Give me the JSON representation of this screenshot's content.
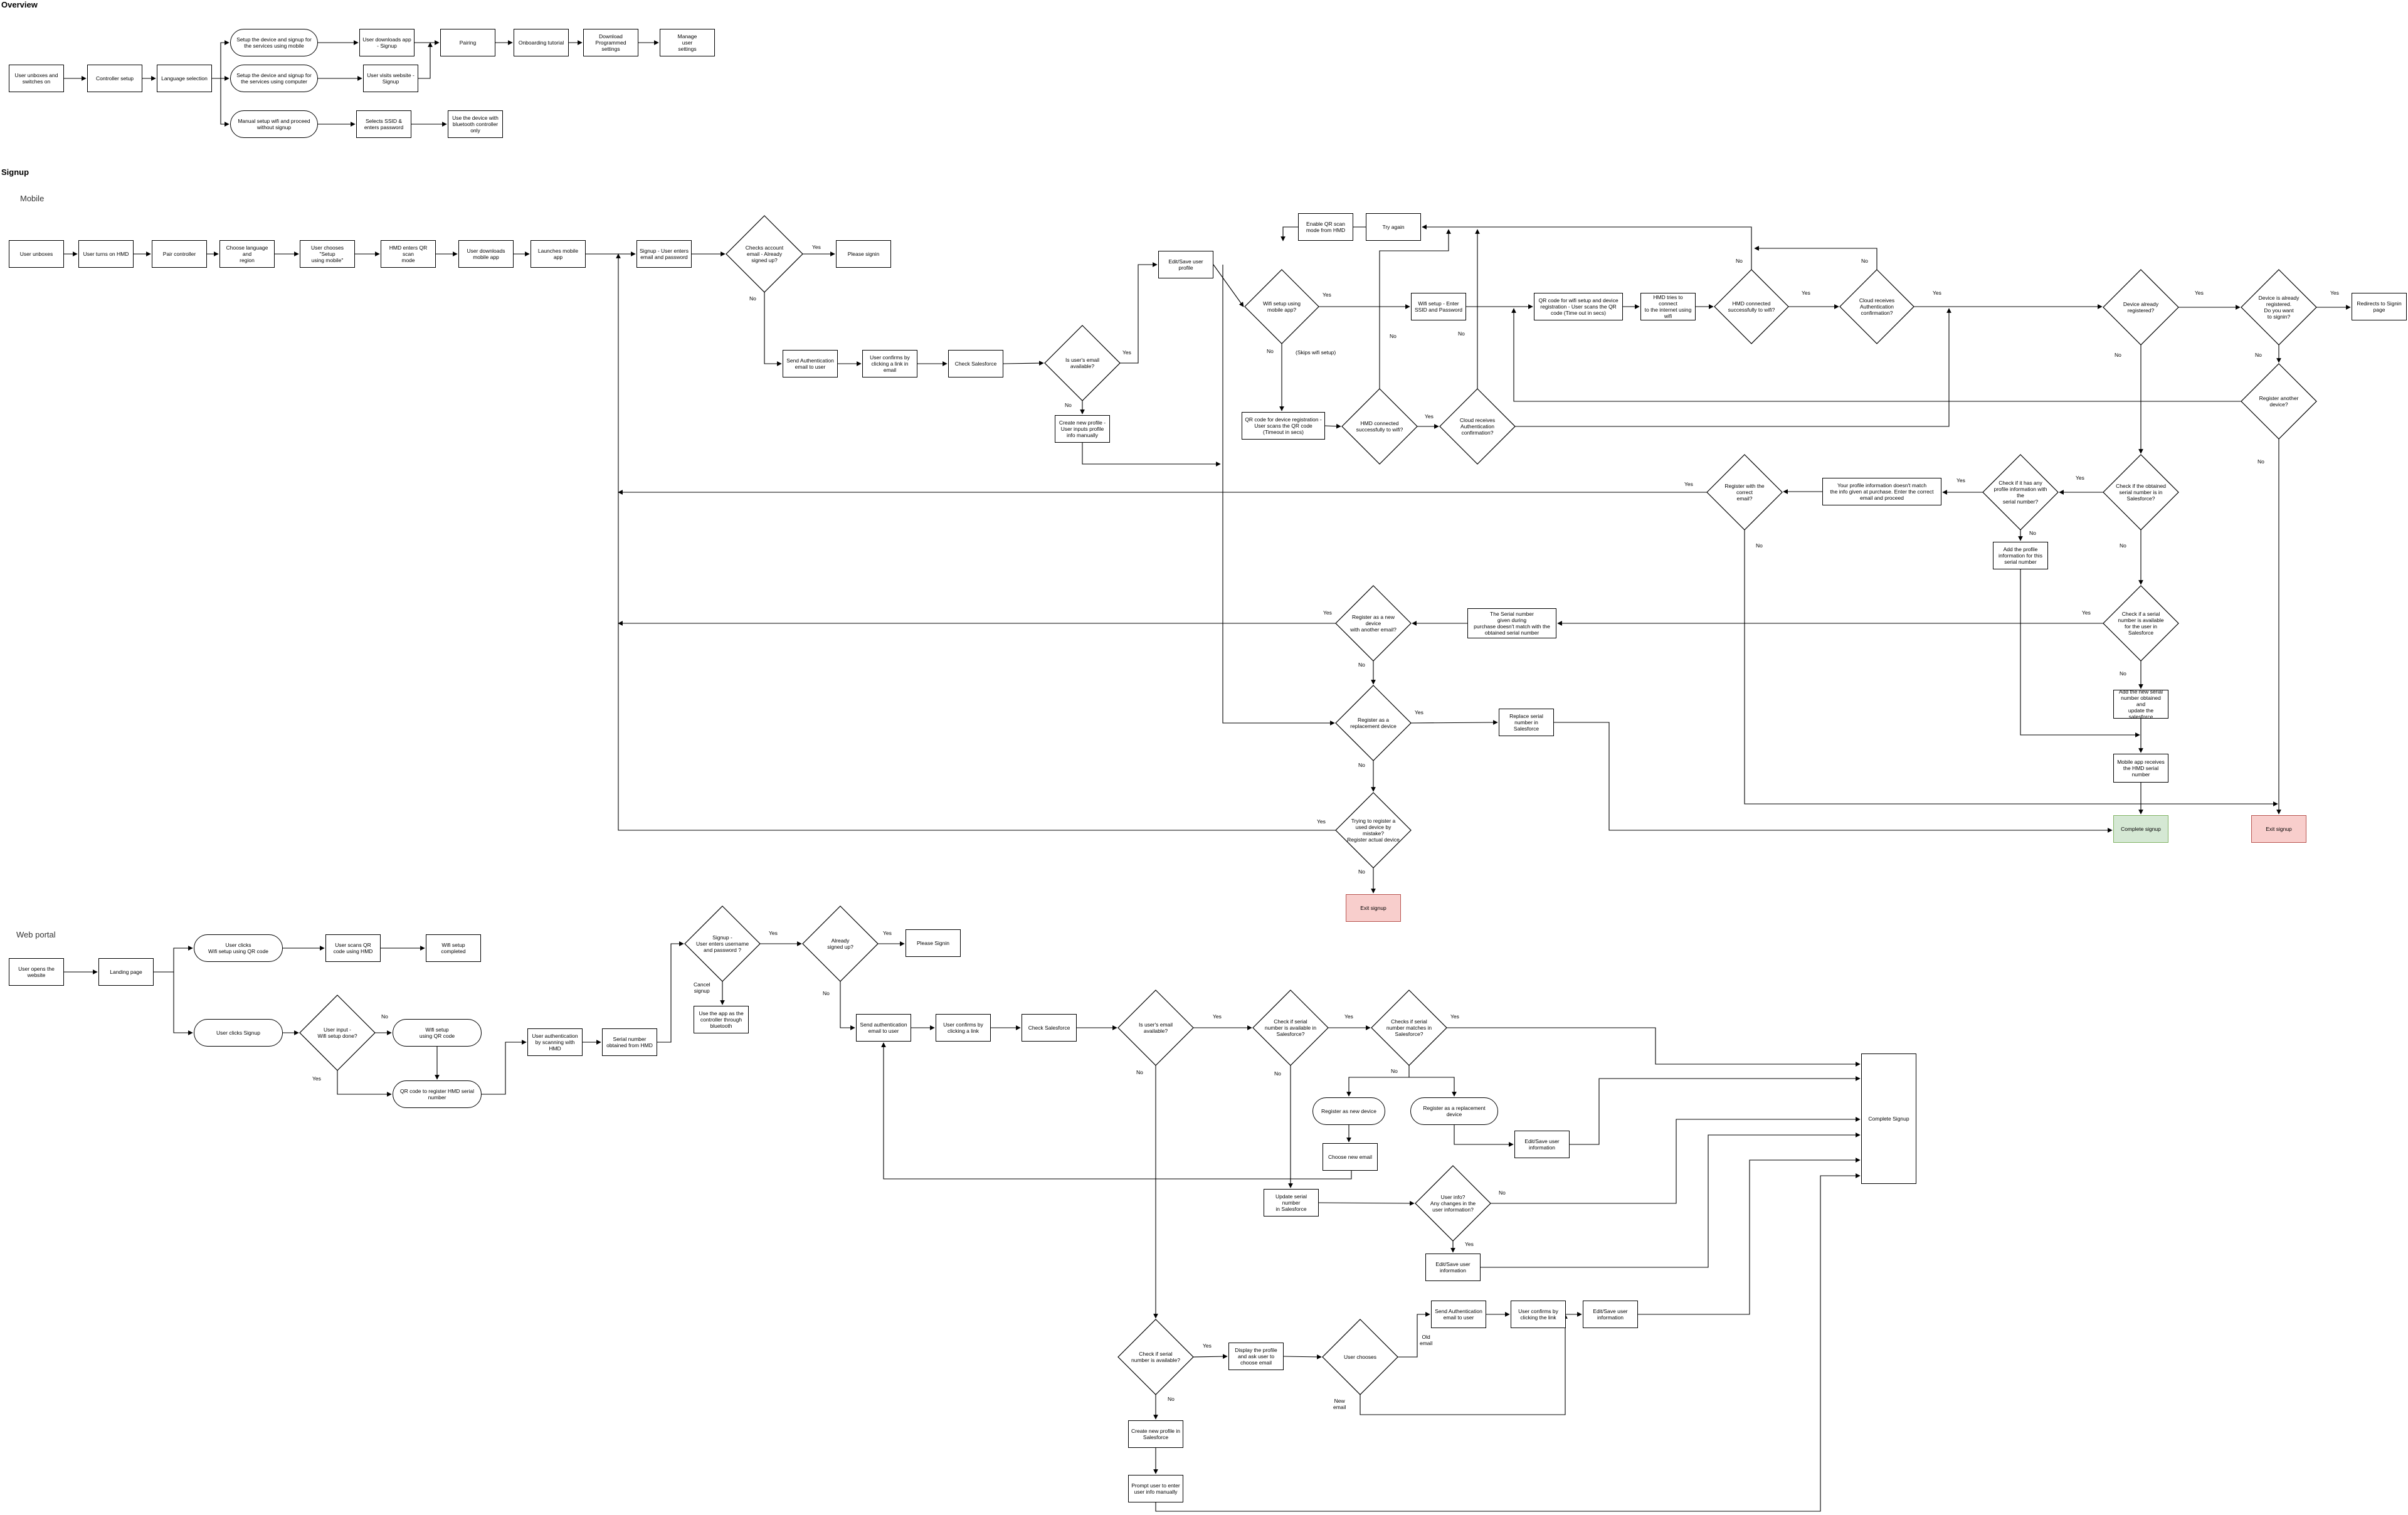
{
  "headings": {
    "overview": "Overview",
    "signup": "Signup",
    "mobile": "Mobile",
    "web_portal": "Web portal"
  },
  "nodes": {
    "o_unbox": "User unboxes and\nswitches on",
    "o_ctrl": "Controller setup",
    "o_lang": "Language selection",
    "o_mobile": "Setup the device and signup for\nthe services using mobile",
    "o_computer": "Setup the device and signup for\nthe services using computer",
    "o_manual": "Manual setup wifi and proceed\nwithout signup",
    "o_dlapp": "User downloads app\n- Signup",
    "o_visit": "User visits website -\nSignup",
    "o_ssid": "Selects SSID &\nenters password",
    "o_bt": "Use the device with\nbluetooth controller\nonly",
    "o_pair": "Pairing",
    "o_onboard": "Onboarding tutorial",
    "o_dlprog": "Download\nProgrammed\nsettings",
    "o_manage": "Manage\nuser\nsettings",
    "m_unbox": "User unboxes",
    "m_turnon": "User turns on HMD",
    "m_pair": "Pair controller",
    "m_lang": "Choose language and\nregion",
    "m_choose": "User chooses \"Setup\nusing mobile\"",
    "m_qrmode": "HMD enters QR scan\nmode",
    "m_dl": "User downloads\nmobile app",
    "m_launch": "Launches mobile\napp",
    "m_signup": "Signup - User enters\nemail and password",
    "m_check": "Checks account\nemail - Already\nsigned up?",
    "m_please": "Please signin",
    "m_sendauth": "Send Authentication\nemail to user",
    "m_confirm": "User confirms by\nclicking a link in email",
    "m_sf": "Check Salesforce",
    "m_emailavail": "Is user's email\navailable?",
    "m_newprofile": "Create new profile -\nUser inputs profile\ninfo manually",
    "m_edit": "Edit/Save user\nprofile",
    "m_wifimobile": "Wifi setup using\nmobile app?",
    "m_qrreg": "QR code for device registration -\nUser scans the QR code\n(Timeout in secs)",
    "m_hmdwifi1": "HMD connected\nsuccessfully to wifi?",
    "m_cloud1": "Cloud receives\nAuthentication\nconfirmation?",
    "m_enableqr": "Enable QR scan\nmode from HMD",
    "m_tryagain": "Try again",
    "m_wifissid": "Wifi setup - Enter\nSSID and Password",
    "m_qrwifi": "QR code for wifi setup and device\nregistration - User scans the QR\ncode (Time out in secs)",
    "m_hmdtries": "HMD tries to connect\nto the internet using\nwifi",
    "m_hmdwifi2": "HMD connected\nsuccessfully to wifi?",
    "m_cloud2": "Cloud receives\nAuthentication\nconfirmation?",
    "m_devreg": "Device already\nregistered?",
    "m_devreg2": "Device is already\nregistered.\nDo you want\nto signin?",
    "m_redirect": "Redirects to Signin\npage",
    "m_another": "Register another\ndevice?",
    "m_serialsf": "Check if the obtained\nserial number is in\nSalesforce?",
    "m_profileinfo": "Check if it has any\nprofile information with the\nserial number?",
    "m_mismatch": "Your profile information doesn't match\nthe info given at purchase. Enter the correct\nemail and proceed",
    "m_correct": "Register with the correct\nemail?",
    "m_addprofile": "Add the profile\ninformation for this\nserial number",
    "m_serialavail": "Check if a serial\nnumber is available\nfor the user in\nSalesforce",
    "m_serialmismatch": "The Serial number\ngiven during\npurchase doesn't match with the\nobtained serial number",
    "m_newdevice": "Register as a new device\nwith another email?",
    "m_addserial": "Add the new serial\nnumber obtained and\nupdate the\nsalesforce",
    "m_replacement": "Register as a\nreplacement device",
    "m_replace": "Replace serial\nnumber in Salesforce",
    "m_mobilereceives": "Mobile app receives\nthe HMD serial\nnumber",
    "m_mistake": "Trying to register a\nused device by mistake?\nRegister actual device",
    "m_complete": "Complete signup",
    "m_exit1": "Exit signup",
    "m_exit2": "Exit signup",
    "w_opens": "User opens the\nwebsite",
    "w_landing": "Landing page",
    "w_clickswifi": "User clicks\nWifi setup using QR code",
    "w_scans": "User scans QR\ncode using HMD",
    "w_wifidone": "Wifi setup\ncompleted",
    "w_clickssignup": "User clicks Signup",
    "w_input": "User input -\nWifi setup done?",
    "w_wifiqr": "Wifi setup\nusing QR code",
    "w_qrreg": "QR code to register HMD serial\nnumber",
    "w_auth": "User authentication\nby scanning with\nHMD",
    "w_serial": "Serial number\nobtained from HMD",
    "w_signup": "Signup -\nUser enters username\nand password ?",
    "w_useapp": "Use the app as the\ncontroller through\nbluetooth",
    "w_already": "Already\nsigned up?",
    "w_please": "Please Signin",
    "w_sendauth": "Send authentication\nemail to user",
    "w_confirm": "User confirms by\nclicking a link",
    "w_sf": "Check Salesforce",
    "w_emailavail": "Is user's email\navailable?",
    "w_serialsf": "Check if serial\nnumber is available in\nSalesforce?",
    "w_match": "Checks if serial\nnumber matches in\nSalesforce?",
    "w_newdev": "Register as new device",
    "w_replacement": "Register as a replacement\ndevice",
    "w_newemail": "Choose new email",
    "w_editinfo1": "Edit/Save user\ninformation",
    "w_complete": "Complete Signup",
    "w_update": "Update serial\nnumber\nin Salesforce",
    "w_changes": "User info?\nAny changes in the\nuser information?",
    "w_editinfo2": "Edit/Save user\ninformation",
    "w_serialavail": "Check if serial\nnumber is available?",
    "w_display": "Display the profile\nand ask user to\nchoose email",
    "w_chooses": "User chooses",
    "w_sendauth2": "Send Authentication\nemail to user",
    "w_confirm2": "User confirms by\nclicking the link",
    "w_editinfo3": "Edit/Save user\ninformation",
    "w_createprofile": "Create new profile in\nSalesforce",
    "w_prompt": "Prompt user to enter\nuser info manually"
  },
  "edge_labels": {
    "yes": "Yes",
    "no": "No",
    "skip_wifi": "(Skips wifi setup)",
    "cancel_signup": "Cancel\nsignup",
    "old_email": "Old\nemail",
    "new_email": "New\nemail"
  },
  "colors": {
    "stroke": "#000000",
    "complete_fill": "#d5e8d4",
    "complete_stroke": "#82b366",
    "exit_fill": "#f8cecc",
    "exit_stroke": "#b85450"
  }
}
